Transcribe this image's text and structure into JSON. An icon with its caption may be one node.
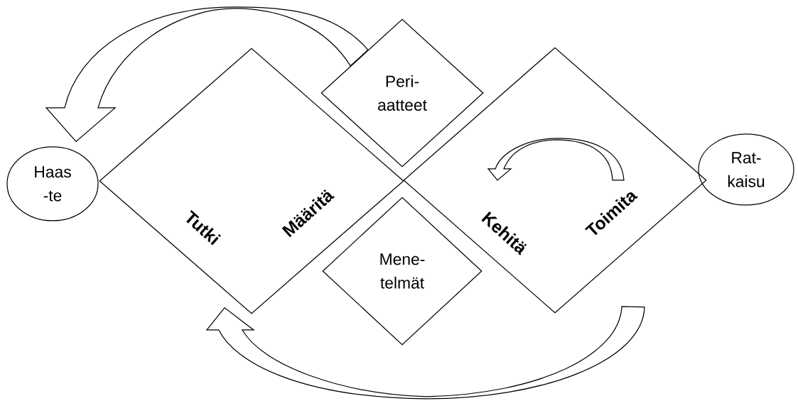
{
  "diagram": {
    "nodes": [
      {
        "text": [
          "Haas -te"
        ]
      },
      {
        "text": [
          "Tutki",
          "Määritä"
        ]
      },
      {
        "text": [
          "Peri- aatteet"
        ]
      },
      {
        "text": [
          "Kehitä",
          "Toimita"
        ]
      },
      {
        "text": [
          "Mene- telmät"
        ]
      },
      {
        "text": [
          "Rat- kaisu"
        ]
      }
    ],
    "edges": [
      {
        "from": 2,
        "to": 0,
        "arrow": "to"
      },
      {
        "from": 3,
        "to": 1,
        "arrow": "to"
      }
    ]
  }
}
